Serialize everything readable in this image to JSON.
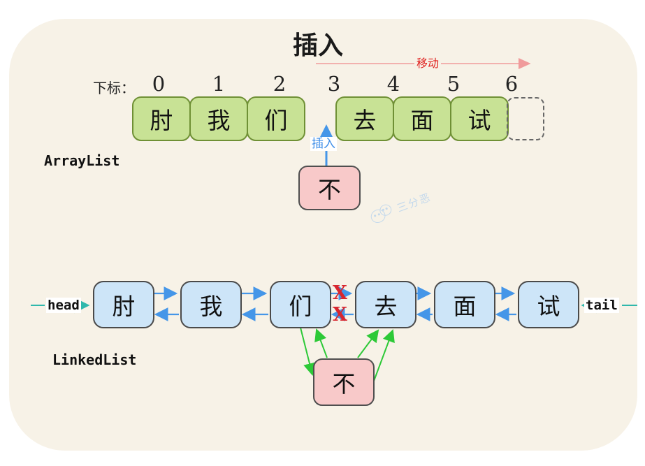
{
  "title": "插入",
  "watermark": {
    "brand": "三分恶"
  },
  "colors": {
    "board_bg": "#F7F2E7",
    "array_cell_fill": "#C8E295",
    "array_cell_border": "#6F9035",
    "node_fill": "#CDE5F8",
    "node_border": "#4A4A4A",
    "insert_fill": "#F8C9C9",
    "link_arrow_blue": "#4596E8",
    "head_tail_teal": "#2FB8AC",
    "new_link_green": "#2DC937",
    "broken_x_red": "#D8262E",
    "move_line_salmon": "#F09B9B",
    "move_text_red": "#E0201E"
  },
  "arraylist": {
    "label": "ArrayList",
    "index_label": "下标：",
    "indices": [
      "0",
      "1",
      "2",
      "3",
      "4",
      "5",
      "6"
    ],
    "move_label": "移动",
    "insert_label": "插入",
    "cells": [
      "肘",
      "我",
      "们",
      "去",
      "面",
      "试"
    ],
    "inserted_value": "不"
  },
  "linkedlist": {
    "label": "LinkedList",
    "head_label": "head",
    "tail_label": "tail",
    "nodes": [
      "肘",
      "我",
      "们",
      "去",
      "面",
      "试"
    ],
    "inserted_value": "不",
    "broken_link_glyph": "X"
  }
}
